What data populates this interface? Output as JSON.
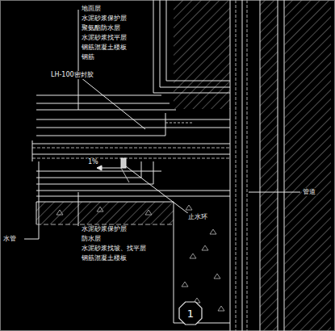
{
  "diagram": {
    "nodes": [
      {
        "text": [
          "1"
        ]
      }
    ],
    "edges": [],
    "labels": [
      "地面层",
      "水泥砂浆保护层",
      "聚氨酯防水层",
      "水泥砂浆找平层",
      "钢筋混凝土楼板",
      "钢筋",
      "LH-100密封胶",
      "1%",
      "止水环",
      "水泥砂浆保护层",
      "防水层",
      "水泥砂浆找坡、找平层",
      "钢筋混凝土楼板",
      "水管",
      "管道"
    ]
  }
}
